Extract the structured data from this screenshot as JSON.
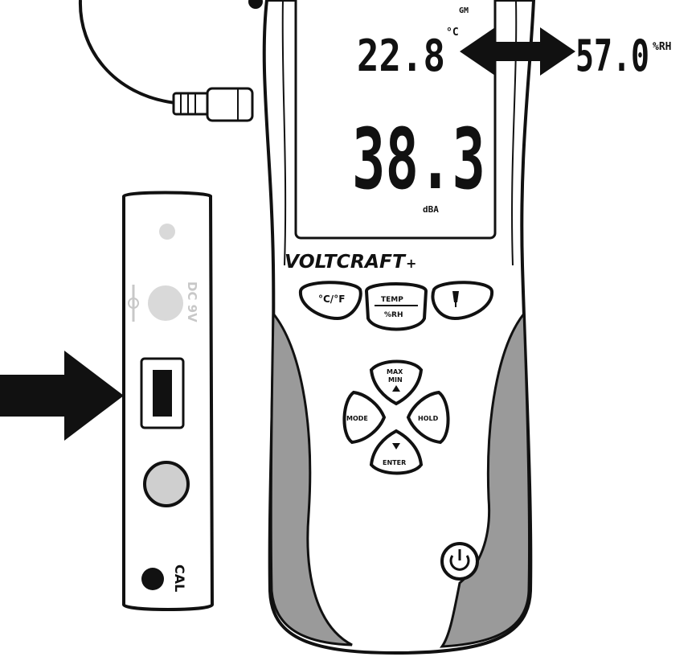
{
  "display": {
    "temperature": "22.8",
    "temperature_unit": "°C",
    "humidity": "57.0",
    "humidity_unit": "%RH",
    "mode_indicator": "GM",
    "sound_level": "38.3",
    "sound_unit": "dBA"
  },
  "brand": "VOLTCRAFT",
  "buttons": {
    "unit_toggle": "°C/°F",
    "temp_top": "TEMP",
    "temp_bottom": "%RH",
    "max_min_top": "MAX",
    "max_min_bottom": "MIN",
    "mode": "MODE",
    "hold": "HOLD",
    "enter": "ENTER"
  },
  "side_panel": {
    "dc_label": "DC 9V",
    "cal_label": "CAL"
  },
  "icons": {
    "backlight": "light-icon",
    "power": "power-icon",
    "usb": "usb-port-icon",
    "arrow_left": "arrow-left-icon",
    "arrow_double": "double-arrow-icon"
  }
}
